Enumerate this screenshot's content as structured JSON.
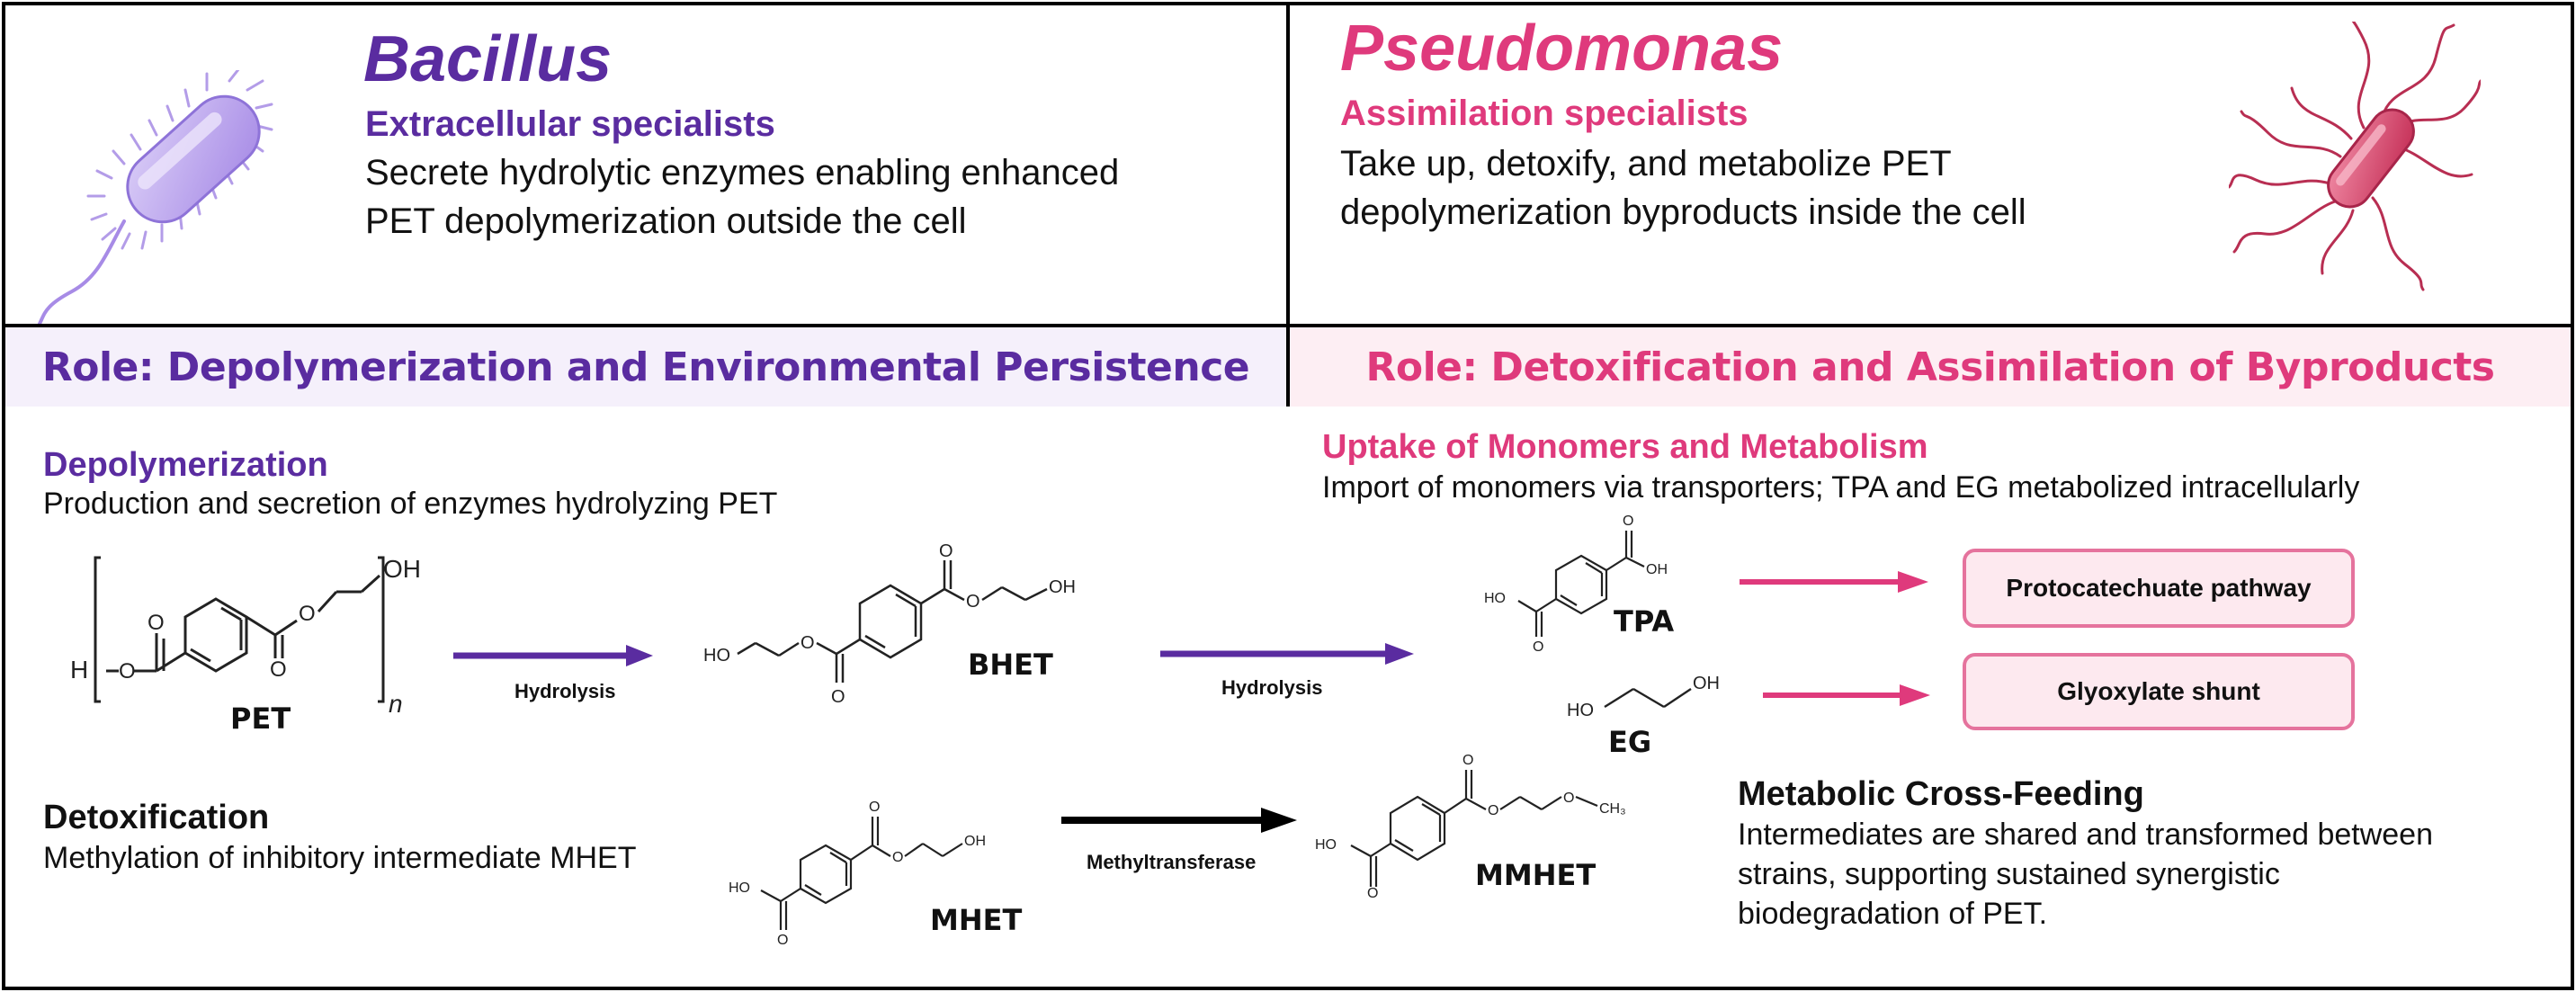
{
  "colors": {
    "bacillus": "#5a2ca0",
    "pseudomonas": "#df3a7c",
    "bacillus_banner_bg": "#f5f0fb",
    "pseudomonas_banner_bg": "#fdeef3",
    "box_border": "#e5739d",
    "box_fill": "#fde9ef"
  },
  "bacillus": {
    "genus": "Bacillus",
    "subtitle": "Extracellular specialists",
    "desc_line1": "Secrete hydrolytic enzymes enabling enhanced",
    "desc_line2": "PET depolymerization outside the cell",
    "icon": "bacillus-bacterium-icon"
  },
  "pseudomonas": {
    "genus": "Pseudomonas",
    "subtitle": "Assimilation specialists",
    "desc_line1": "Take up, detoxify, and metabolize PET",
    "desc_line2": "depolymerization byproducts inside the cell",
    "icon": "pseudomonas-bacterium-icon"
  },
  "banners": {
    "left": "Role: Depolymerization and Environmental Persistence",
    "right": "Role: Detoxification and Assimilation of Byproducts"
  },
  "depolymerization": {
    "title": "Depolymerization",
    "desc": "Production and secretion of enzymes hydrolyzing PET"
  },
  "detoxification": {
    "title": "Detoxification",
    "desc": "Methylation of inhibitory intermediate MHET"
  },
  "uptake": {
    "title": "Uptake of Monomers and Metabolism",
    "desc": "Import of monomers via transporters; TPA and EG metabolized intracellularly"
  },
  "crossfeeding": {
    "title": "Metabolic Cross-Feeding",
    "line1": "Intermediates are shared and transformed between",
    "line2": "strains, supporting sustained synergistic",
    "line3": "biodegradation of PET."
  },
  "molecules": {
    "pet": "PET",
    "bhet": "BHET",
    "tpa": "TPA",
    "eg": "EG",
    "mhet": "MHET",
    "mmhet": "MMHET"
  },
  "atoms": {
    "oh": "OH",
    "ho": "HO",
    "o": "O",
    "h": "H",
    "n": "n",
    "ch3": "CH₃"
  },
  "arrows": {
    "hydrolysis1": "Hydrolysis",
    "hydrolysis2": "Hydrolysis",
    "methyltransferase": "Methyltransferase"
  },
  "pathways": {
    "tpa": "Protocatechuate pathway",
    "eg": "Glyoxylate shunt"
  }
}
